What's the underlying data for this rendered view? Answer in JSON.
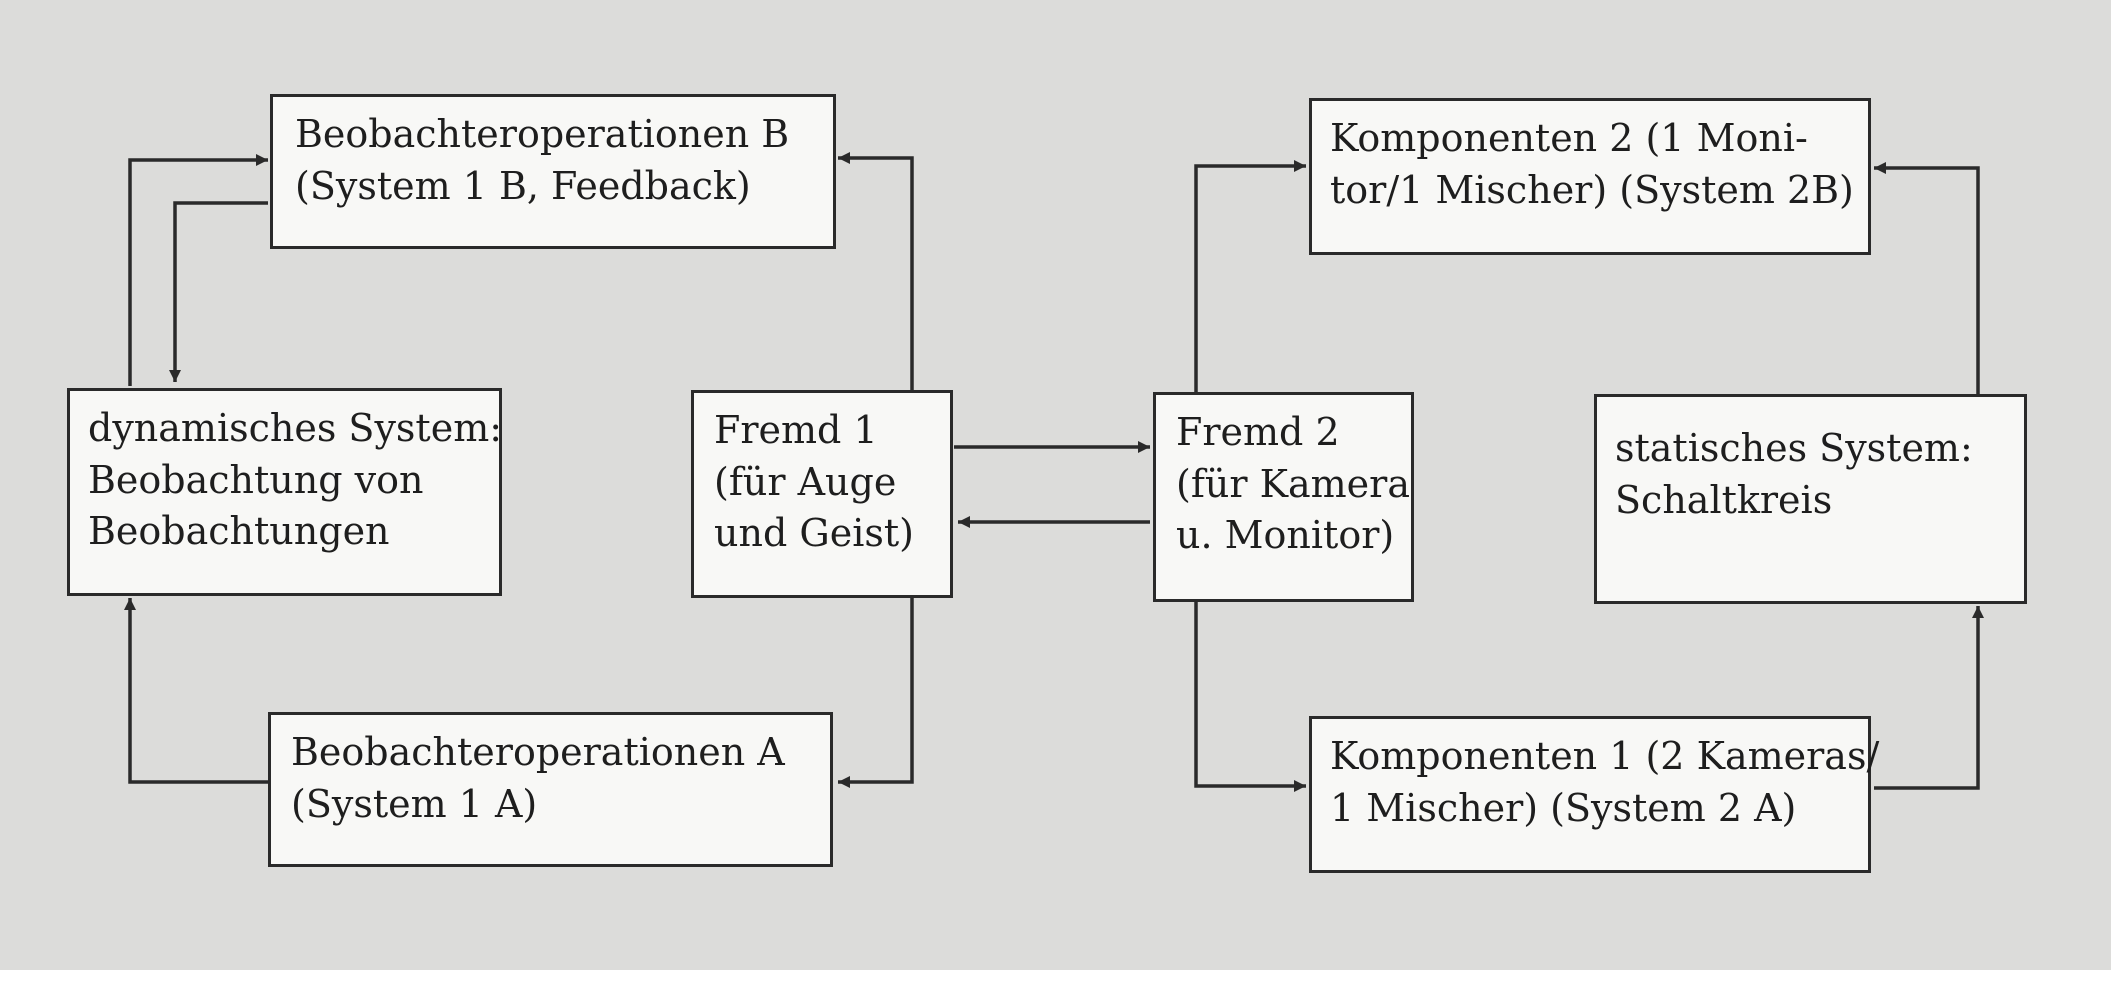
{
  "diagram": {
    "nodes": {
      "beobachter_b": {
        "lines": [
          "Beobachteroperationen B",
          "(System 1 B, Feedback)"
        ]
      },
      "dynamisch": {
        "lines": [
          "dynamisches System:",
          "Beobachtung von",
          "Beobachtungen"
        ]
      },
      "fremd1": {
        "lines": [
          "Fremd 1",
          "(für Auge",
          "und Geist)"
        ]
      },
      "beobachter_a": {
        "lines": [
          "Beobachteroperationen A",
          "(System 1 A)"
        ]
      },
      "fremd2": {
        "lines": [
          "Fremd 2",
          "(für Kamera",
          "u. Monitor)"
        ]
      },
      "komponenten2": {
        "lines": [
          "Komponenten 2 (1 Moni-",
          "tor/1 Mischer) (System 2B)"
        ]
      },
      "statisch": {
        "lines": [
          "statisches System:",
          "Schaltkreis"
        ]
      },
      "komponenten1": {
        "lines": [
          "Komponenten 1 (2 Kameras/",
          "1 Mischer) (System 2 A)"
        ]
      }
    },
    "edges": [
      {
        "from": "dynamisch",
        "to": "beobachter_b"
      },
      {
        "from": "beobachter_b",
        "to": "dynamisch"
      },
      {
        "from": "fremd1",
        "to": "beobachter_b"
      },
      {
        "from": "fremd1",
        "to": "beobachter_a"
      },
      {
        "from": "beobachter_a",
        "to": "dynamisch"
      },
      {
        "from": "fremd1",
        "to": "fremd2"
      },
      {
        "from": "fremd2",
        "to": "fremd1"
      },
      {
        "from": "fremd2",
        "to": "komponenten2"
      },
      {
        "from": "fremd2",
        "to": "komponenten1"
      },
      {
        "from": "statisch",
        "to": "komponenten2"
      },
      {
        "from": "komponenten1",
        "to": "statisch"
      }
    ],
    "colors": {
      "background": "#dcdcda",
      "box_fill": "#f8f8f6",
      "stroke": "#2a2a2a",
      "text": "#1e1e1e"
    }
  }
}
